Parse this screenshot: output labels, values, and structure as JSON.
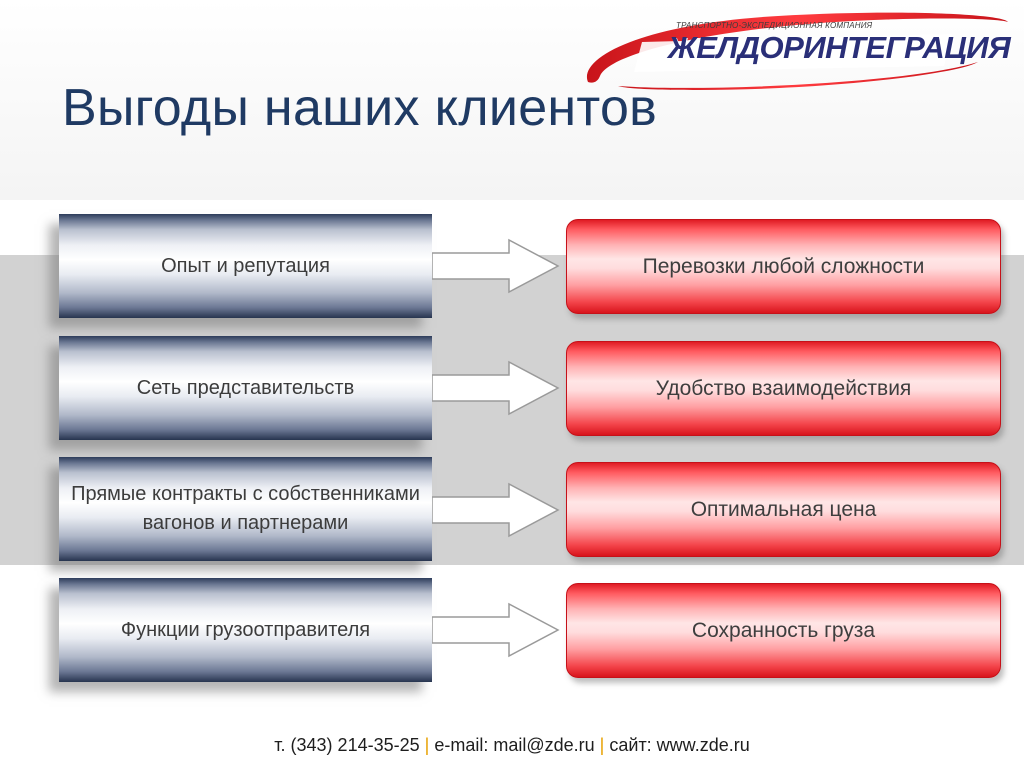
{
  "slide": {
    "title": "Выгоды наших клиентов"
  },
  "logo": {
    "tagline": "ТРАНСПОРТНО-ЭКСПЕДИЦИОННАЯ КОМПАНИЯ",
    "name": "ЖЕЛДОРИНТЕГРАЦИЯ",
    "colors": {
      "swoosh": "#e31e24",
      "text": "#2a2f78"
    }
  },
  "diagram": {
    "left_items": [
      "Опыт и репутация",
      "Сеть представительств",
      "Прямые контракты с собственниками вагонов и партнерами",
      "Функции грузоотправителя"
    ],
    "right_items": [
      "Перевозки любой сложности",
      "Удобство взаимодействия",
      "Оптимальная цена",
      "Сохранность груза"
    ],
    "colors": {
      "left_box_edge": "#2d3c5a",
      "right_box": "#e01c24",
      "band": "#d2d2d2"
    }
  },
  "footer": {
    "phone": "т. (343) 214-35-25",
    "email": "e-mail: mail@zde.ru",
    "site": "сайт: www.zde.ru",
    "separator": "|"
  }
}
